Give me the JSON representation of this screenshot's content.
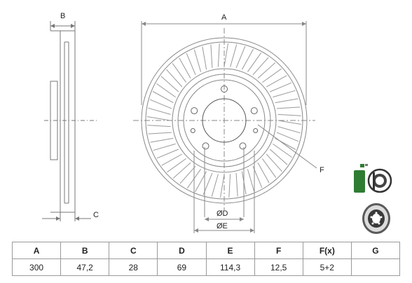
{
  "drawing": {
    "side_view": {
      "label_b": "B",
      "label_c": "C"
    },
    "front_view": {
      "label_a": "A",
      "label_d": "ØD",
      "label_e": "ØE",
      "label_f": "F"
    }
  },
  "icons": [
    "vented-disc-icon",
    "brake-disc-photo-icon"
  ],
  "spec_table": {
    "headers": [
      "A",
      "B",
      "C",
      "D",
      "E",
      "F",
      "F(x)",
      "G"
    ],
    "values": [
      "300",
      "47,2",
      "28",
      "69",
      "114,3",
      "12,5",
      "5+2",
      ""
    ]
  },
  "colors": {
    "line": "#8a8a8a",
    "dark": "#333333",
    "icon_green": "#2e7d32"
  }
}
